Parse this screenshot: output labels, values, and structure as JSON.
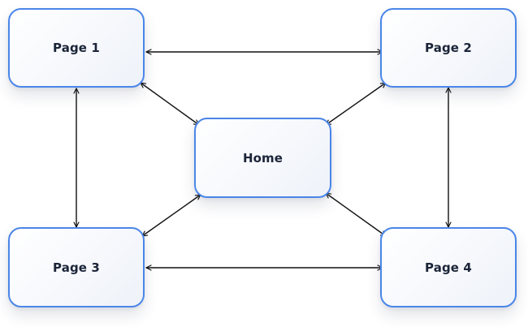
{
  "diagram": {
    "nodes": {
      "page1": {
        "label": "Page 1"
      },
      "page2": {
        "label": "Page 2"
      },
      "home": {
        "label": "Home"
      },
      "page3": {
        "label": "Page 3"
      },
      "page4": {
        "label": "Page 4"
      }
    },
    "edges": [
      {
        "from": "page1",
        "to": "page2",
        "bidirectional": true
      },
      {
        "from": "page1",
        "to": "page3",
        "bidirectional": true
      },
      {
        "from": "page2",
        "to": "page4",
        "bidirectional": true
      },
      {
        "from": "page3",
        "to": "page4",
        "bidirectional": true
      },
      {
        "from": "page1",
        "to": "home",
        "bidirectional": true
      },
      {
        "from": "page2",
        "to": "home",
        "bidirectional": true
      },
      {
        "from": "page3",
        "to": "home",
        "bidirectional": true
      },
      {
        "from": "page4",
        "to": "home",
        "bidirectional": true
      }
    ],
    "colors": {
      "node_border": "#4a86e8",
      "node_text": "#1b2438",
      "edge": "#111111"
    }
  }
}
